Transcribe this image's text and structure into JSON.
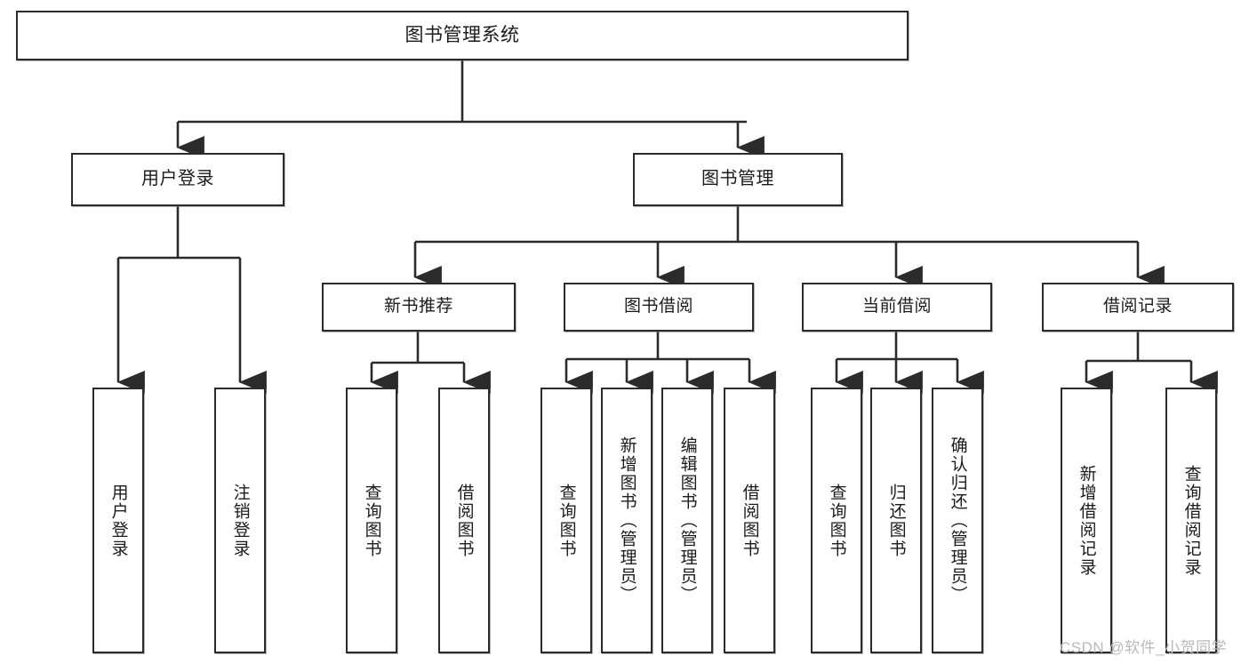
{
  "diagram": {
    "title": "图书管理系统",
    "type": "功能结构图",
    "stroke_color": "#2b2b2b",
    "text_color": "#1b1b1b",
    "background_color": "#ffffff",
    "watermark": "CSDN @软件_小贺同学"
  },
  "root": {
    "label": "图书管理系统"
  },
  "level1": [
    {
      "label": "用户登录"
    },
    {
      "label": "图书管理"
    }
  ],
  "level2": [
    {
      "label": "新书推荐"
    },
    {
      "label": "图书借阅"
    },
    {
      "label": "当前借阅"
    },
    {
      "label": "借阅记录"
    }
  ],
  "leaves": {
    "user_login": [
      {
        "label": "用户登录"
      },
      {
        "label": "注销登录"
      }
    ],
    "new_book_recommend": [
      {
        "label": "查询图书"
      },
      {
        "label": "借阅图书"
      }
    ],
    "book_borrow": [
      {
        "label": "查询图书"
      },
      {
        "label": "新增图书（管理员）"
      },
      {
        "label": "编辑图书（管理员）"
      },
      {
        "label": "借阅图书"
      }
    ],
    "current_borrow": [
      {
        "label": "查询图书"
      },
      {
        "label": "归还图书"
      },
      {
        "label": "确认归还（管理员）"
      }
    ],
    "borrow_record": [
      {
        "label": "新增借阅记录"
      },
      {
        "label": "查询借阅记录"
      }
    ]
  }
}
